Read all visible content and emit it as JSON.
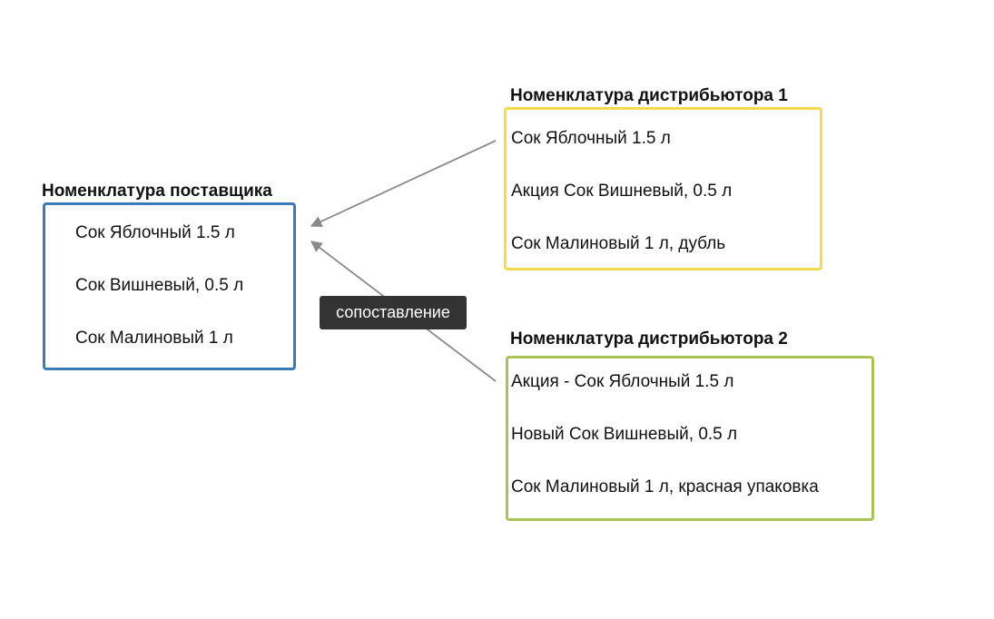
{
  "colors": {
    "supplier_border": "#3d7ab8",
    "distributor1_border": "#f2dc4b",
    "distributor2_border": "#a9c454",
    "arrow": "#8a8a8a",
    "label_background": "#333333"
  },
  "supplier": {
    "title": "Номенклатура поставщика",
    "items": [
      "Сок Яблочный 1.5 л",
      "Сок Вишневый, 0.5 л",
      "Сок Малиновый 1 л"
    ]
  },
  "distributor1": {
    "title": "Номенклатура дистрибьютора 1",
    "items": [
      "Сок Яблочный 1.5 л",
      "Акция Сок Вишневый, 0.5 л",
      "Сок Малиновый 1 л, дубль"
    ]
  },
  "distributor2": {
    "title": "Номенклатура дистрибьютора 2",
    "items": [
      "Акция - Сок Яблочный 1.5 л",
      "Новый Сок Вишневый, 0.5 л",
      "Сок Малиновый 1 л, красная упаковка"
    ]
  },
  "mapping_label": "сопоставление"
}
